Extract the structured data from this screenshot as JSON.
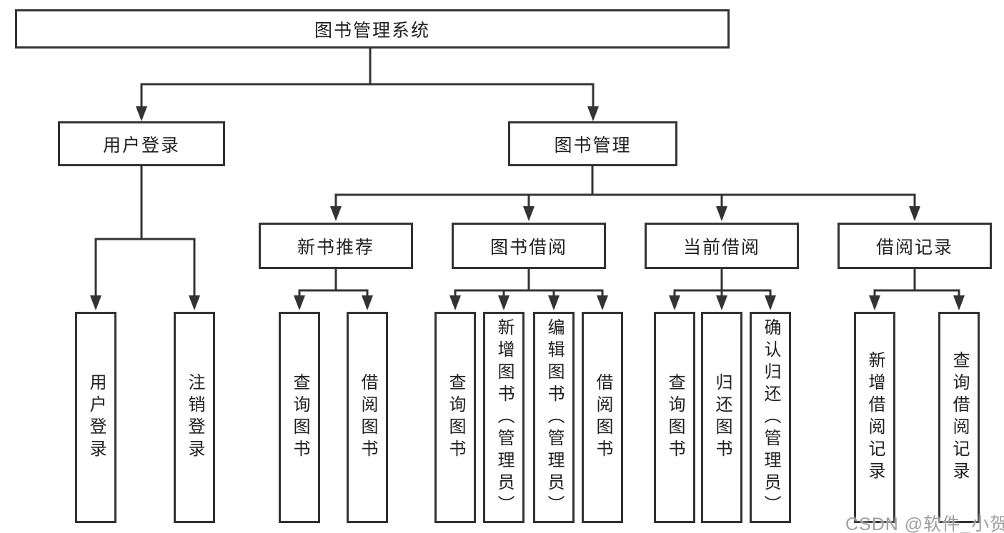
{
  "colors": {
    "line": "#333333",
    "box_border": "#333333",
    "text": "#1f1f1f",
    "watermark": "#9e9e9e",
    "background": "#ffffff"
  },
  "diagram": {
    "root": {
      "label": "图书管理系统"
    },
    "level2": [
      {
        "id": "user-login",
        "label": "用户登录"
      },
      {
        "id": "book-management",
        "label": "图书管理"
      }
    ],
    "level3": [
      {
        "id": "new-book-recommend",
        "label": "新书推荐"
      },
      {
        "id": "book-borrow",
        "label": "图书借阅"
      },
      {
        "id": "current-borrow",
        "label": "当前借阅"
      },
      {
        "id": "borrow-record",
        "label": "借阅记录"
      }
    ],
    "level4": [
      {
        "id": "user-login-leaf",
        "label": "用户登录"
      },
      {
        "id": "logout",
        "label": "注销登录"
      },
      {
        "id": "query-books-recommend",
        "label": "查询图书"
      },
      {
        "id": "borrow-books-recommend",
        "label": "借阅图书"
      },
      {
        "id": "query-books-borrow",
        "label": "查询图书"
      },
      {
        "id": "add-books-admin",
        "label": "新增图书（管理员）"
      },
      {
        "id": "edit-books-admin",
        "label": "编辑图书（管理员）"
      },
      {
        "id": "borrow-books",
        "label": "借阅图书"
      },
      {
        "id": "query-books-current",
        "label": "查询图书"
      },
      {
        "id": "return-books",
        "label": "归还图书"
      },
      {
        "id": "confirm-return-admin",
        "label": "确认归还（管理员）"
      },
      {
        "id": "add-borrow-record",
        "label": "新增借阅记录"
      },
      {
        "id": "query-borrow-record",
        "label": "查询借阅记录"
      }
    ]
  },
  "watermark": {
    "text": "CSDN @软件_小贺同学"
  }
}
